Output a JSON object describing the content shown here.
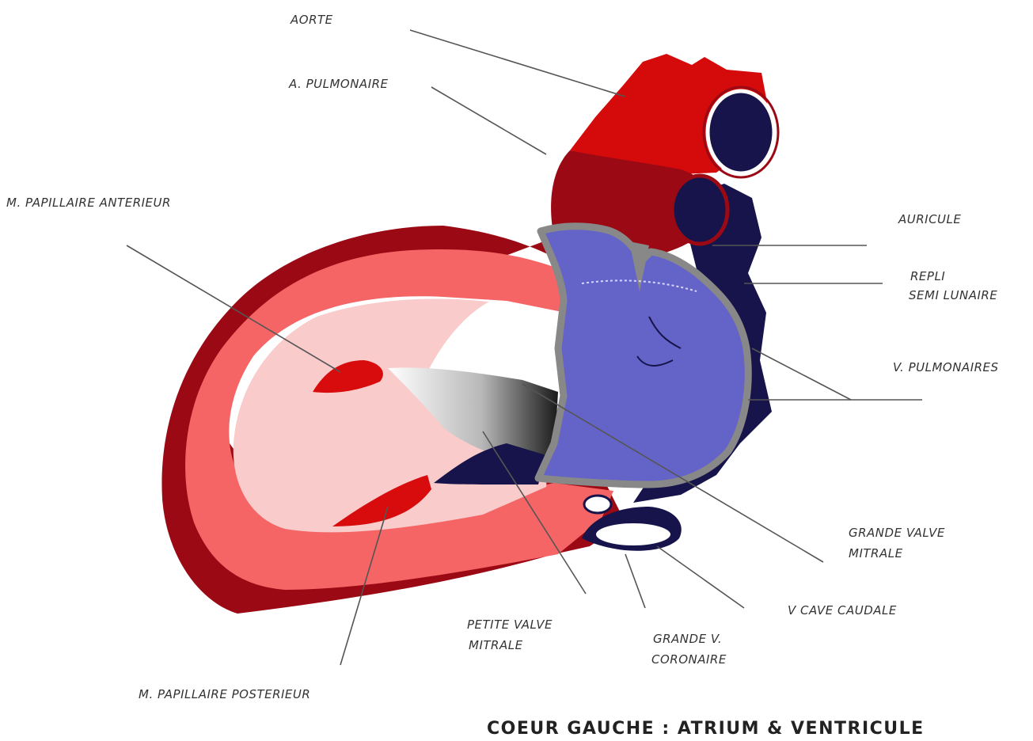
{
  "labels": {
    "aorte": "AORTE",
    "a_pulmonaire": "A. PULMONAIRE",
    "m_papillaire_anterieur": "M. PAPILLAIRE ANTERIEUR",
    "auricule": "AURICULE",
    "repli_line1": "REPLI",
    "repli_line2": "SEMI LUNAIRE",
    "v_pulmonaires": "V. PULMONAIRES",
    "grande_valve_line1": "GRANDE VALVE",
    "grande_valve_line2": "MITRALE",
    "v_cave_caudale": "V CAVE CAUDALE",
    "petite_valve_line1": "PETITE VALVE",
    "petite_valve_line2": "MITRALE",
    "grande_v_line1": "GRANDE V.",
    "grande_v_line2": "CORONAIRE",
    "m_papillaire_posterieur": "M. PAPILLAIRE POSTERIEUR"
  },
  "caption": "COEUR GAUCHE : ATRIUM & VENTRICULE",
  "colors": {
    "outer_wall": "#9b0a14",
    "aorta": "#d50a0a",
    "inner_wall": "#f56565",
    "ventricle_lumen": "#f9cbcb",
    "papillary_muscle": "#d80c0c",
    "atrium": "#6464c8",
    "atrium_border": "#888888",
    "veins": "#16144a",
    "leader_line": "#555555"
  }
}
